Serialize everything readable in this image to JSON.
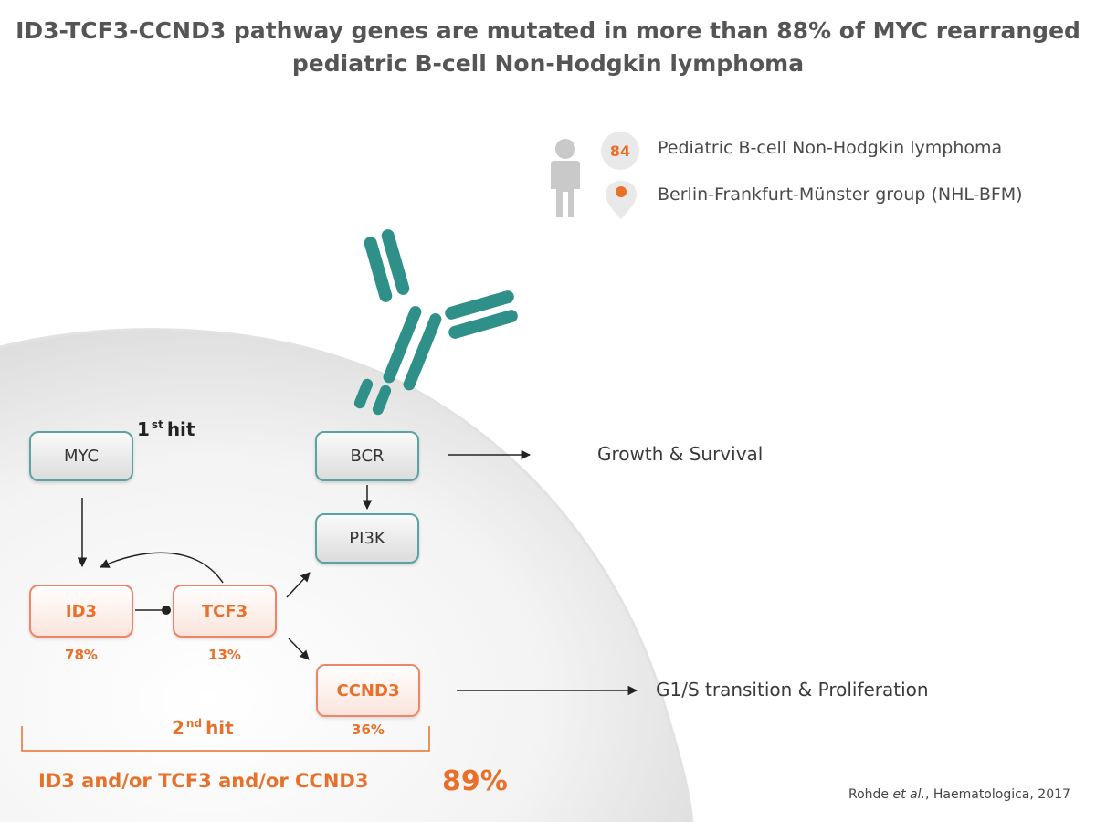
{
  "title": {
    "line1": "ID3-TCF3-CCND3 pathway genes are mutated in more than 88% of MYC rearranged",
    "line2": "pediatric B-cell Non-Hodgkin lymphoma"
  },
  "cohort": {
    "count": "84",
    "disease": "Pediatric B-cell Non-Hodgkin lymphoma",
    "group": "Berlin-Frankfurt-Münster group (NHL-BFM)",
    "icons": [
      "person-icon",
      "location-pin-icon"
    ]
  },
  "nodes": {
    "myc": "MYC",
    "bcr": "BCR",
    "pi3k": "PI3K",
    "id3": "ID3",
    "tcf3": "TCF3",
    "ccnd3": "CCND3"
  },
  "percentages": {
    "id3": "78%",
    "tcf3": "13%",
    "ccnd3": "36%"
  },
  "hits": {
    "first_num": "1",
    "first_sup": "st",
    "first_word": "hit",
    "second_num": "2",
    "second_sup": "nd",
    "second_word": "hit"
  },
  "outcomes": {
    "growth": "Growth & Survival",
    "proliferation": "G1/S transition & Proliferation"
  },
  "summary": {
    "text": "ID3 and/or TCF3 and/or CCND3",
    "total": "89%"
  },
  "citation": {
    "author": "Rohde ",
    "etal": "et al.",
    "rest": ", Haematologica, 2017"
  },
  "colors": {
    "teal": "#2e9088",
    "orange": "#e8702a",
    "orange_border": "#ee8566",
    "teal_border": "#5aa3a0",
    "cell_gray": "#e6e6e6"
  }
}
